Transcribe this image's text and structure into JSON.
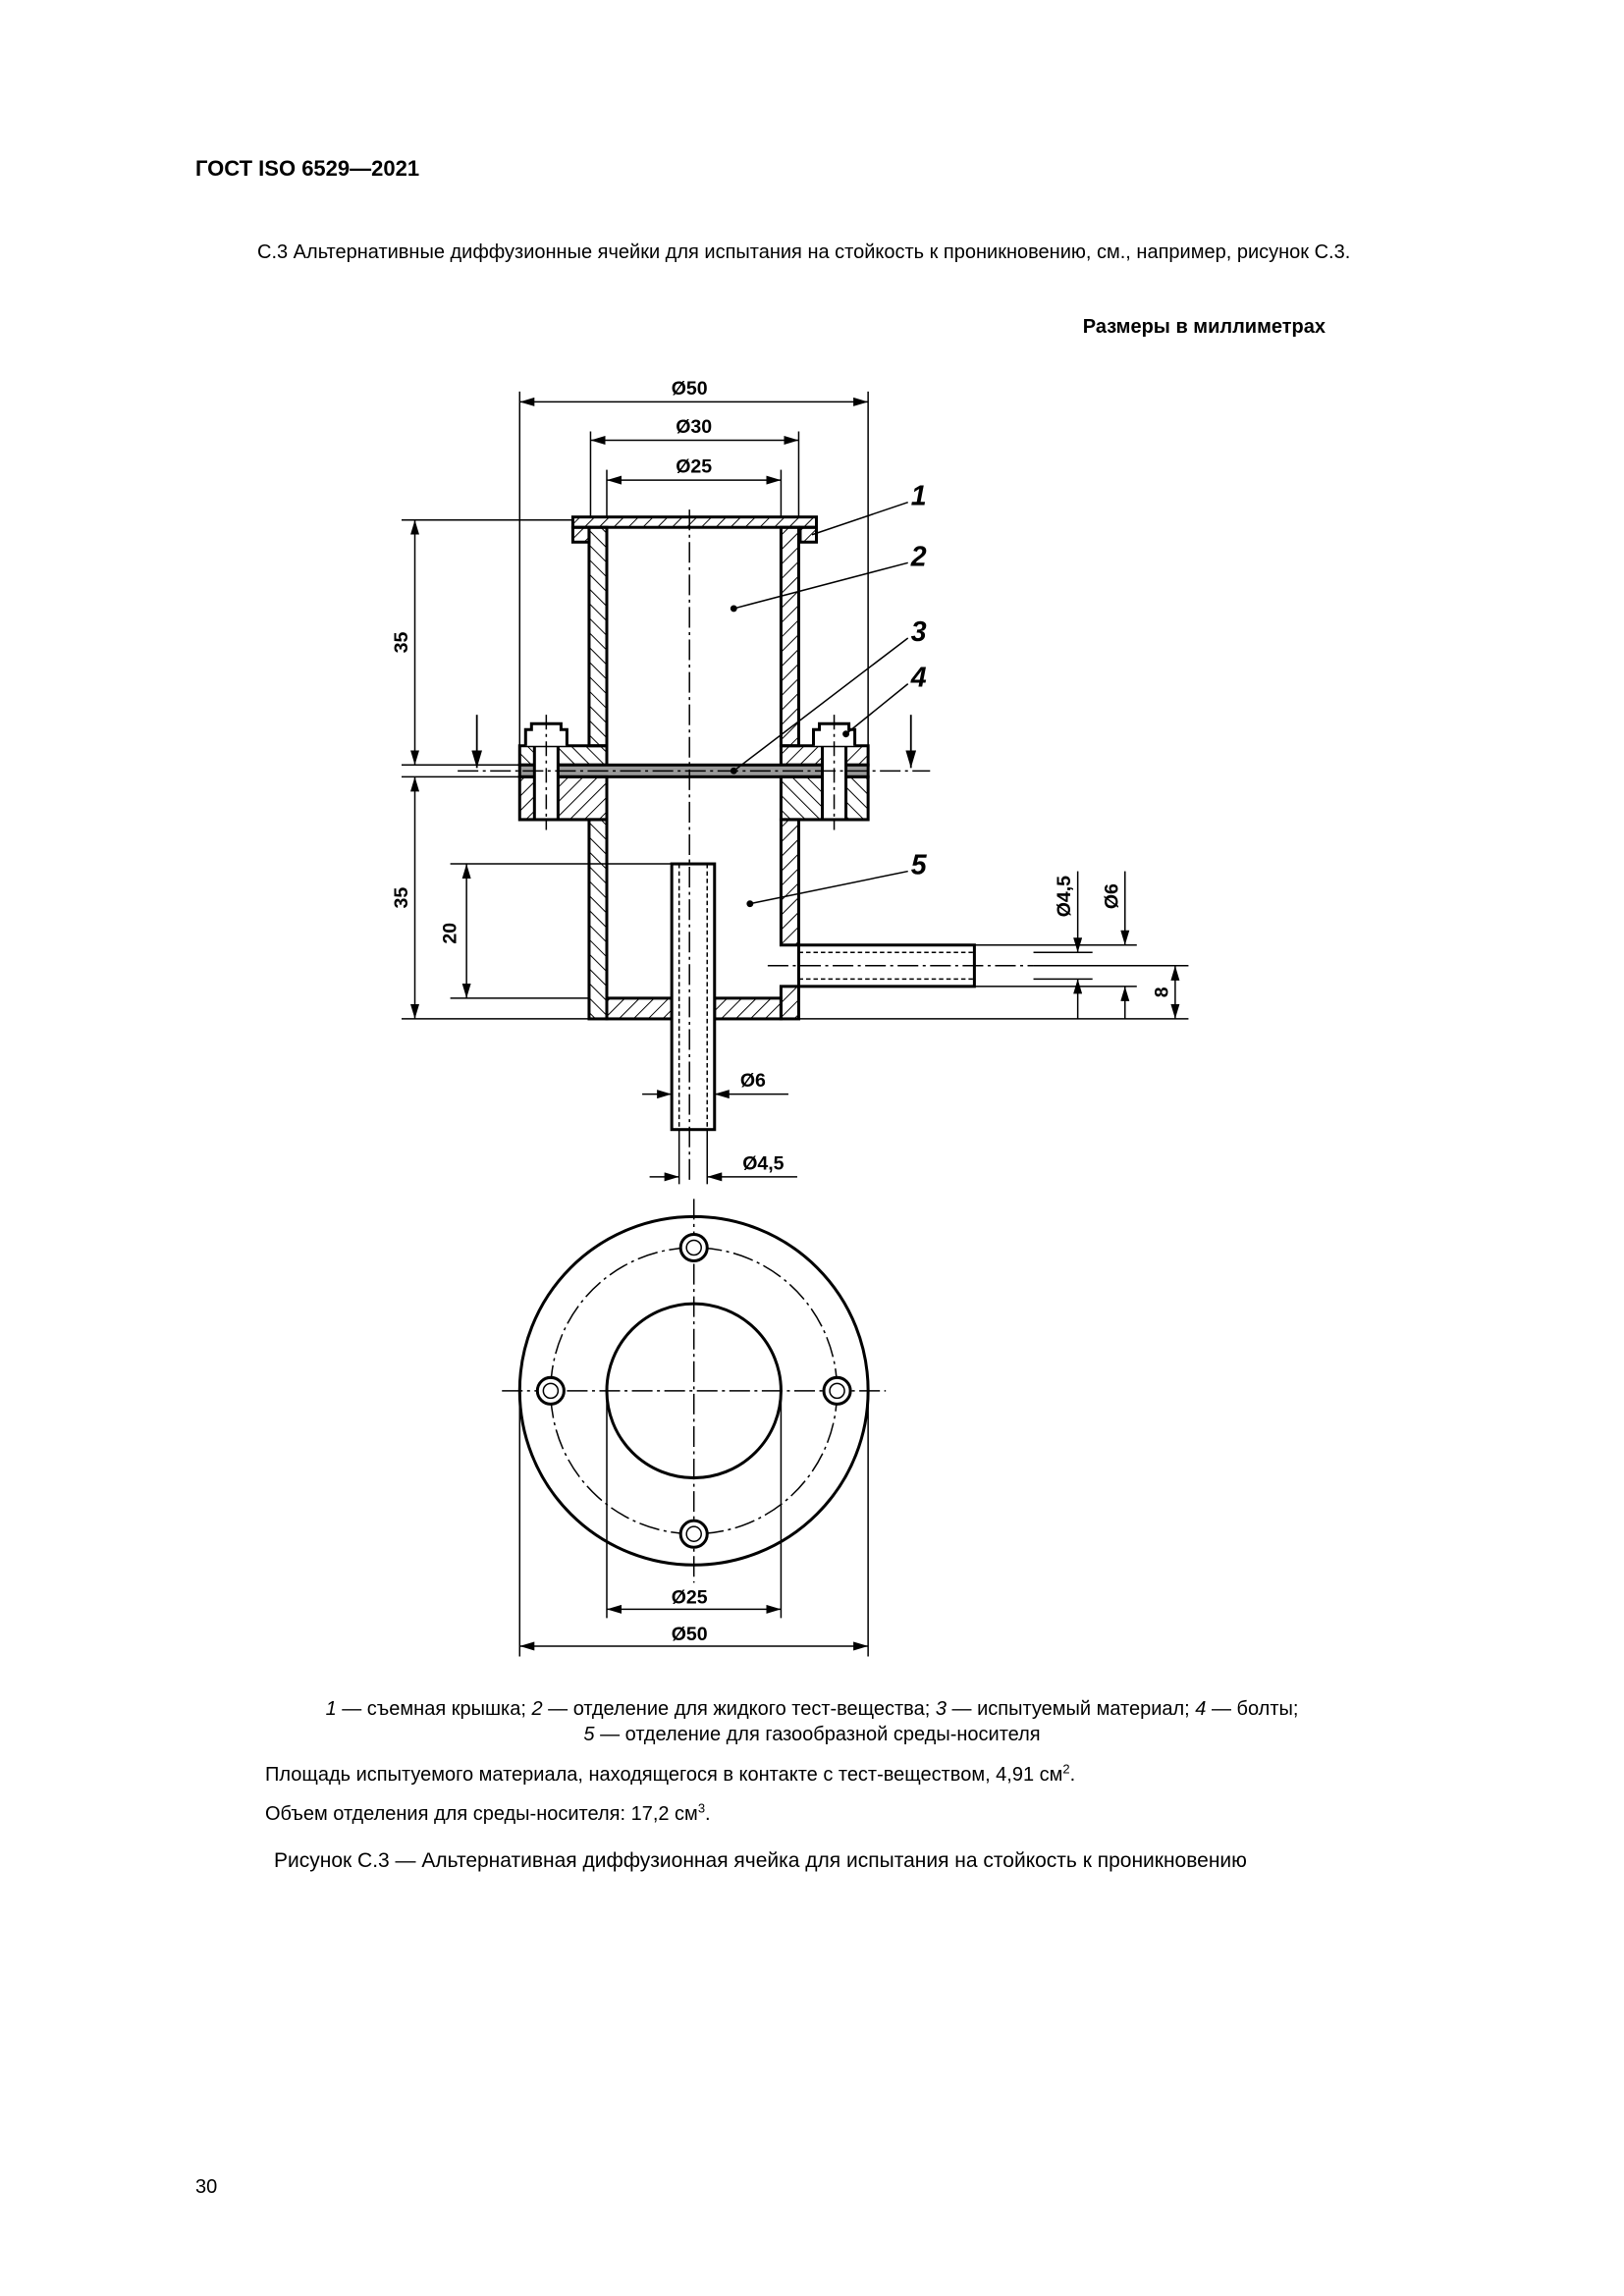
{
  "header": {
    "standard": "ГОСТ ISO 6529—2021"
  },
  "intro": "С.3 Альтернативные диффузионные ячейки для испытания на стойкость к проникновению, см., например, рисунок С.3.",
  "units_note": "Размеры в миллиметрах",
  "drawing": {
    "dims": {
      "d50_top": "Ø50",
      "d30": "Ø30",
      "d25_top": "Ø25",
      "h35_upper": "35",
      "h35_lower": "35",
      "h20": "20",
      "d45_side": "Ø4,5",
      "d6_side": "Ø6",
      "h8": "8",
      "d6_bottom": "Ø6",
      "d45_bottom": "Ø4,5",
      "d25_plan": "Ø25",
      "d50_plan": "Ø50"
    },
    "labels": [
      "1",
      "2",
      "3",
      "4",
      "5"
    ]
  },
  "legend": {
    "items": [
      {
        "num": "1",
        "text": " — съемная крышка; "
      },
      {
        "num": "2",
        "text": " — отделение для жидкого тест-вещества; "
      },
      {
        "num": "3",
        "text": " — испытуемый материал; "
      },
      {
        "num": "4",
        "text": " — болты;"
      },
      {
        "num": "5",
        "text": " — отделение для газообразной среды-носителя"
      }
    ]
  },
  "notes": {
    "area": "Площадь испытуемого материала, находящегося в контакте с тест-веществом, 4,91 см",
    "area_exp": "2",
    "volume": "Объем отделения для среды-носителя: 17,2 см",
    "volume_exp": "3",
    "end": "."
  },
  "figure_caption": "Рисунок С.3 — Альтернативная диффузионная ячейка для испытания на стойкость к проникновению",
  "page_number": "30"
}
